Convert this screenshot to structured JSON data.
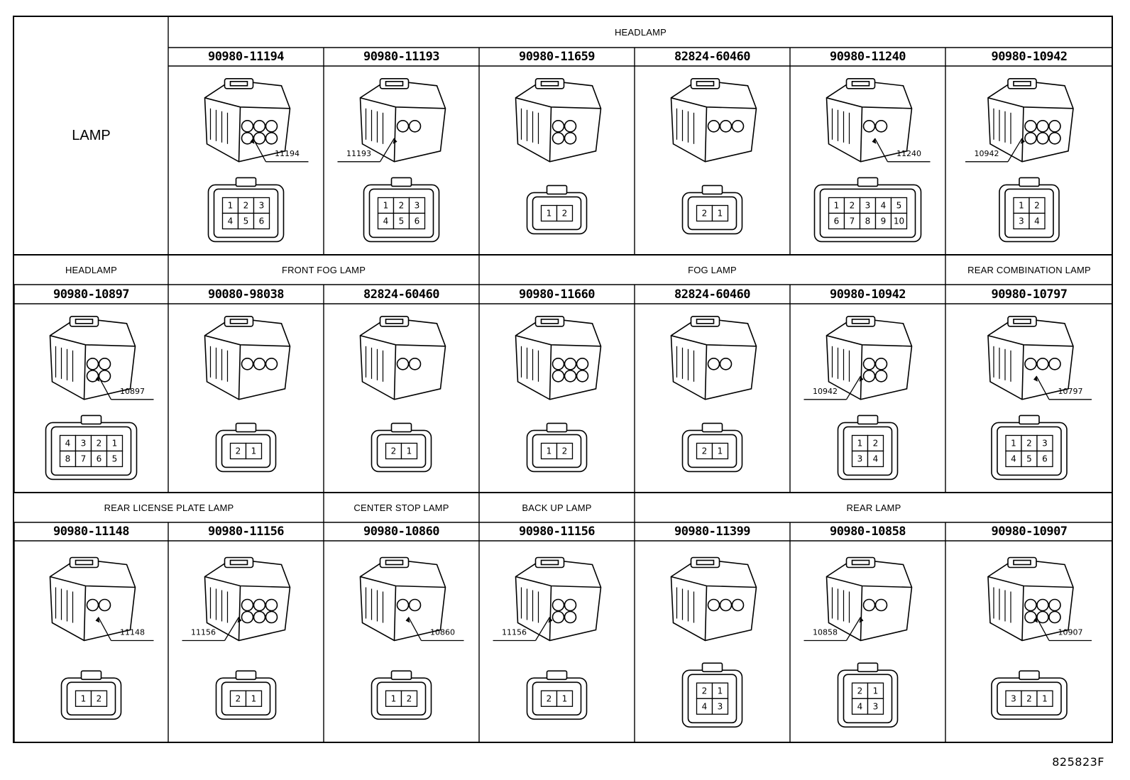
{
  "main_label": "LAMP",
  "figure_id": "825823F",
  "rows": [
    {
      "groups": [
        {
          "label": "HEADLAMP",
          "span": 6
        }
      ],
      "cells": [
        {
          "part": "90980-11194",
          "callout": "11194",
          "pins": [
            "1",
            "2",
            "3",
            "4",
            "5",
            "6"
          ]
        },
        {
          "part": "90980-11193",
          "callout": "11193",
          "pins": [
            "1",
            "2",
            "3",
            "4",
            "5",
            "6"
          ]
        },
        {
          "part": "90980-11659",
          "callout": "",
          "pins": [
            "1",
            "2"
          ]
        },
        {
          "part": "82824-60460",
          "callout": "",
          "pins": [
            "2",
            "1"
          ]
        },
        {
          "part": "90980-11240",
          "callout": "11240",
          "pins": [
            "1",
            "2",
            "3",
            "4",
            "5",
            "6",
            "7",
            "8",
            "9",
            "10"
          ]
        },
        {
          "part": "90980-10942",
          "callout": "10942",
          "pins": [
            "1",
            "2",
            "3",
            "4"
          ]
        }
      ]
    },
    {
      "groups": [
        {
          "label": "HEADLAMP",
          "span": 1
        },
        {
          "label": "FRONT FOG LAMP",
          "span": 2
        },
        {
          "label": "FOG LAMP",
          "span": 3
        },
        {
          "label": "REAR COMBINATION LAMP",
          "span": 1
        }
      ],
      "cells": [
        {
          "part": "90980-10897",
          "callout": "10897",
          "pins": [
            "4",
            "3",
            "2",
            "1",
            "8",
            "7",
            "6",
            "5"
          ]
        },
        {
          "part": "90080-98038",
          "callout": "",
          "pins": [
            "2",
            "1"
          ]
        },
        {
          "part": "82824-60460",
          "callout": "",
          "pins": [
            "2",
            "1"
          ]
        },
        {
          "part": "90980-11660",
          "callout": "",
          "pins": [
            "1",
            "2"
          ]
        },
        {
          "part": "82824-60460",
          "callout": "",
          "pins": [
            "2",
            "1"
          ]
        },
        {
          "part": "90980-10942",
          "callout": "10942",
          "pins": [
            "1",
            "2",
            "3",
            "4"
          ]
        },
        {
          "part": "90980-10797",
          "callout": "10797",
          "pins": [
            "1",
            "2",
            "3",
            "4",
            "5",
            "6"
          ]
        }
      ]
    },
    {
      "groups": [
        {
          "label": "REAR LICENSE PLATE LAMP",
          "span": 2
        },
        {
          "label": "CENTER STOP LAMP",
          "span": 1
        },
        {
          "label": "BACK UP LAMP",
          "span": 1
        },
        {
          "label": "REAR LAMP",
          "span": 3
        }
      ],
      "cells": [
        {
          "part": "90980-11148",
          "callout": "11148",
          "pins": [
            "1",
            "2"
          ]
        },
        {
          "part": "90980-11156",
          "callout": "11156",
          "pins": [
            "2",
            "1"
          ]
        },
        {
          "part": "90980-10860",
          "callout": "10860",
          "pins": [
            "1",
            "2"
          ]
        },
        {
          "part": "90980-11156",
          "callout": "11156",
          "pins": [
            "2",
            "1"
          ]
        },
        {
          "part": "90980-11399",
          "callout": "",
          "pins": [
            "2",
            "1",
            "4",
            "3"
          ]
        },
        {
          "part": "90980-10858",
          "callout": "10858",
          "pins": [
            "2",
            "1",
            "4",
            "3"
          ]
        },
        {
          "part": "90980-10907",
          "callout": "10907",
          "pins": [
            "3",
            "2",
            "1"
          ]
        }
      ]
    }
  ]
}
